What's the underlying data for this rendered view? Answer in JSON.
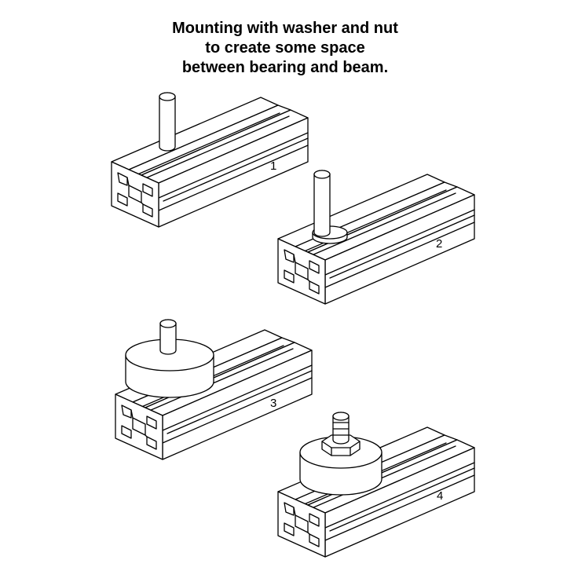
{
  "title": {
    "line1": "Mounting with washer and nut",
    "line2": "to create some space",
    "line3": "between bearing and beam."
  },
  "steps": [
    {
      "label": "1",
      "part": "t-bolt"
    },
    {
      "label": "2",
      "part": "t-bolt-with-washer"
    },
    {
      "label": "3",
      "part": "bearing"
    },
    {
      "label": "4",
      "part": "bearing-with-hex-nut"
    }
  ],
  "colors": {
    "line": "#000000",
    "background": "#ffffff"
  }
}
